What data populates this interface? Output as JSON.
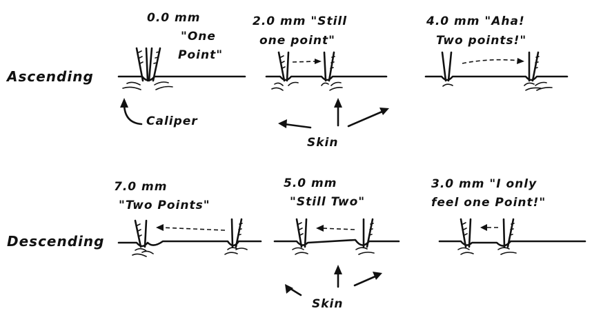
{
  "rows": {
    "ascending": "Ascending",
    "descending": "Descending"
  },
  "panels": {
    "a1": {
      "dist": "0.0 mm",
      "quote1": "\"One",
      "quote2": "Point\""
    },
    "a2": {
      "line1": "2.0 mm \"Still",
      "line2": "one point\""
    },
    "a3": {
      "line1": "4.0 mm \"Aha!",
      "line2": "Two points!\""
    },
    "d1": {
      "line1": "7.0 mm",
      "line2": "\"Two Points\""
    },
    "d2": {
      "line1": "5.0 mm",
      "line2": "\"Still Two\""
    },
    "d3": {
      "line1": "3.0 mm \"I only",
      "line2": "feel one Point!\""
    }
  },
  "labels": {
    "caliper": "Caliper",
    "skin_top": "Skin",
    "skin_bottom": "Skin"
  },
  "colors": {
    "ink": "#111111",
    "paper": "#ffffff"
  }
}
